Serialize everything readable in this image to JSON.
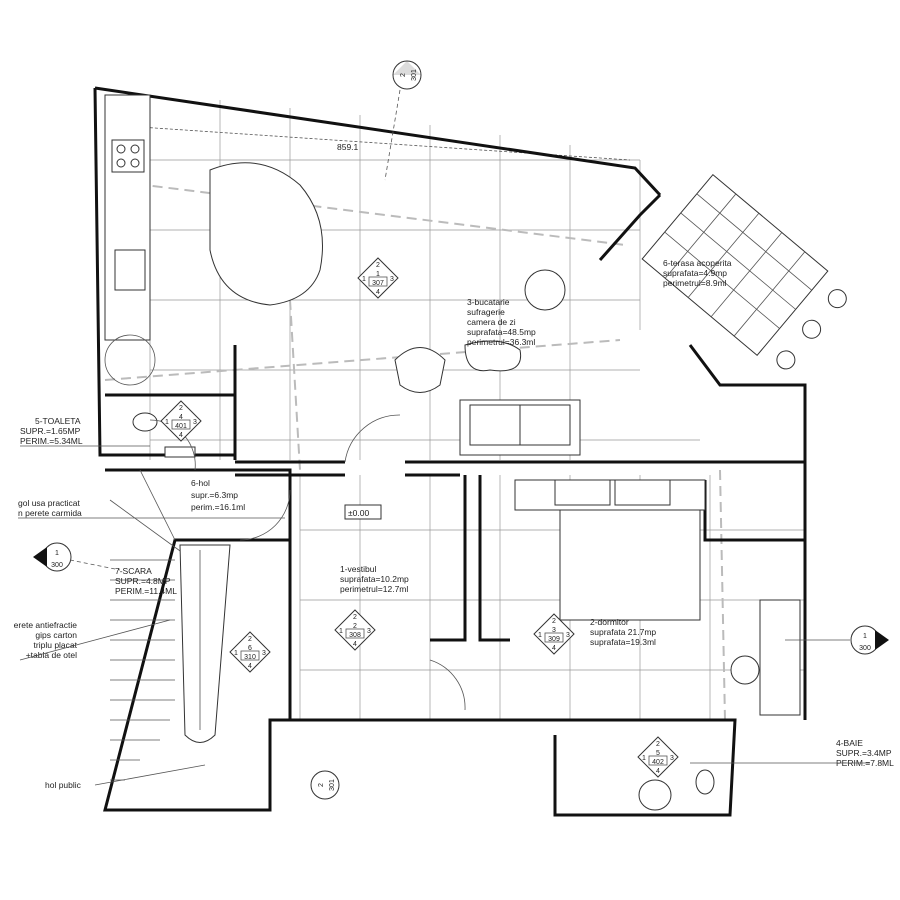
{
  "dimension": "859.1",
  "level": "±0.00",
  "rooms": [
    {
      "name": "3-bucatarie",
      "line2": "sufragerie",
      "line3": "camera de zi",
      "area": "suprafata=48.5mp",
      "perim": "perimetrul=36.3ml"
    },
    {
      "name": "6-terasa acoperita",
      "area": "suprafata=4.9mp",
      "perim": "perimetrul=8.9ml"
    },
    {
      "name": "5-TOALETA",
      "area": "SUPR.=1.65MP",
      "perim": "PERIM.=5.34ML"
    },
    {
      "name": "6-hol",
      "area": "supr.=6.3mp",
      "perim": "perim.=16.1ml"
    },
    {
      "name": "7-SCARA",
      "area": "SUPR.=4.8MP",
      "perim": "PERIM.=11.4ML"
    },
    {
      "name": "1-vestibul",
      "area": "suprafata=10.2mp",
      "perim": "perimetrul=12.7ml"
    },
    {
      "name": "2-dormitor",
      "area": "suprafata 21.7mp",
      "perim": "suprafata=19.3ml"
    },
    {
      "name": "4-BAIE",
      "area": "SUPR.=3.4MP",
      "perim": "PERIM.=7.8ML"
    }
  ],
  "notes": {
    "door_opening_1": "gol usa practicat",
    "door_opening_2": "n perete carmida",
    "wall_1": "erete antiefractie",
    "wall_2": "gips carton",
    "wall_3": "triplu placat",
    "wall_4": "+tabla de otel",
    "public_hall": "hol public"
  },
  "room_tags": [
    {
      "top": "2",
      "mid": "1",
      "num": "307",
      "left": "1",
      "right": "3",
      "bottom": "4"
    },
    {
      "top": "2",
      "mid": "4",
      "num": "401",
      "left": "1",
      "right": "3",
      "bottom": "4"
    },
    {
      "top": "2",
      "mid": "2",
      "num": "308",
      "left": "1",
      "right": "3",
      "bottom": "4"
    },
    {
      "top": "2",
      "mid": "3",
      "num": "309",
      "left": "1",
      "right": "3",
      "bottom": "4"
    },
    {
      "top": "2",
      "mid": "6",
      "num": "310",
      "left": "1",
      "right": "3",
      "bottom": "4"
    },
    {
      "top": "2",
      "mid": "5",
      "num": "402",
      "left": "1",
      "right": "3",
      "bottom": "4"
    }
  ],
  "section_marks": [
    {
      "id": "2",
      "sheet": "301"
    },
    {
      "id": "2",
      "sheet": "301"
    },
    {
      "id": "1",
      "sheet": "300"
    },
    {
      "id": "1",
      "sheet": "300"
    }
  ]
}
